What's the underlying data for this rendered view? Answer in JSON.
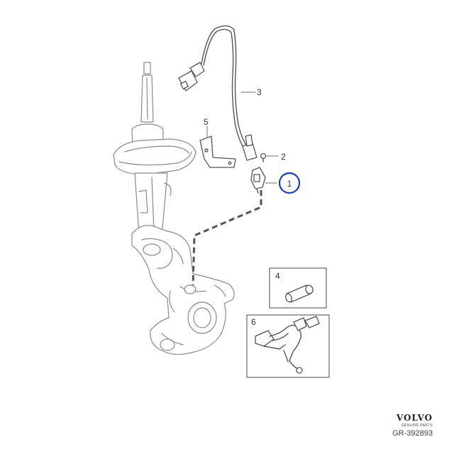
{
  "diagram": {
    "callouts": [
      {
        "id": "1",
        "label": "1",
        "highlighted": true
      },
      {
        "id": "2",
        "label": "2"
      },
      {
        "id": "3",
        "label": "3"
      },
      {
        "id": "4",
        "label": "4"
      },
      {
        "id": "5",
        "label": "5"
      },
      {
        "id": "6",
        "label": "6"
      }
    ],
    "highlight_color": "#1f3fa8",
    "line_color": "#8a8a8a"
  },
  "footer": {
    "brand": "VOLVO",
    "brand_sub": "GENUINE PARTS",
    "reference": "GR-392893"
  }
}
